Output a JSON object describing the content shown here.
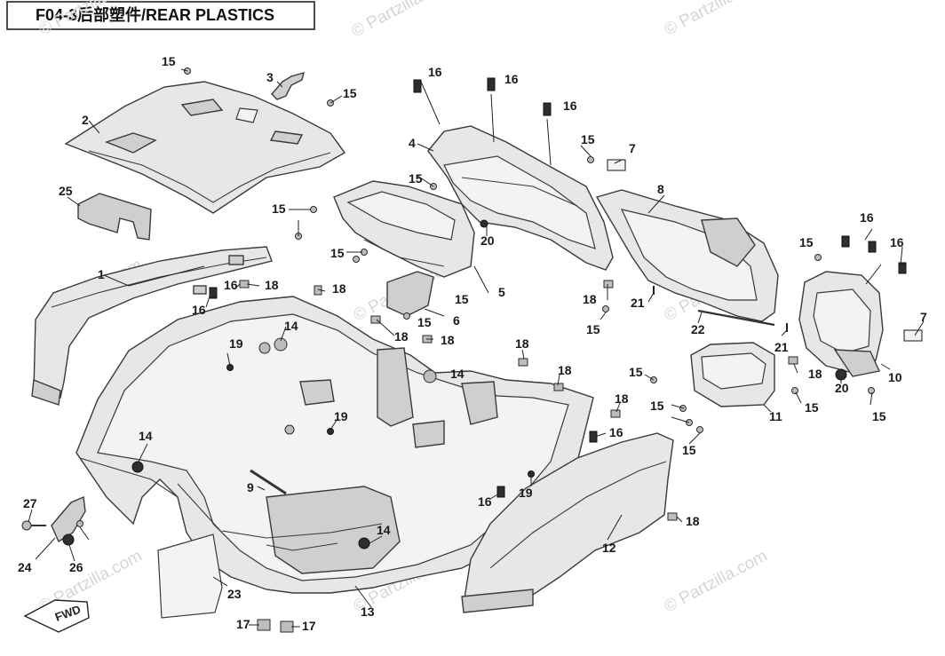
{
  "title": "F04-3后部塑件/REAR PLASTICS",
  "watermark": "© Partzilla.com",
  "fwd_label": "FWD",
  "callouts": {
    "c1": "1",
    "c2": "2",
    "c3": "3",
    "c4": "4",
    "c5": "5",
    "c6": "6",
    "c7a": "7",
    "c7b": "7",
    "c8": "8",
    "c9": "9",
    "c10": "10",
    "c11": "11",
    "c12": "12",
    "c13": "13",
    "c14a": "14",
    "c14b": "14",
    "c14c": "14",
    "c14d": "14",
    "c15a": "15",
    "c15b": "15",
    "c15c": "15",
    "c15d": "15",
    "c15e": "15",
    "c15f": "15",
    "c15g": "15",
    "c15h": "15",
    "c15i": "15",
    "c15j": "15",
    "c15k": "15",
    "c15l": "15",
    "c15m": "15",
    "c15n": "15",
    "c15o": "15",
    "c16a": "16",
    "c16b": "16",
    "c16c": "16",
    "c16d": "16",
    "c16e": "16",
    "c16f": "16",
    "c16g": "16",
    "c16h": "16",
    "c16i": "16",
    "c17a": "17",
    "c17b": "17",
    "c18a": "18",
    "c18b": "18",
    "c18c": "18",
    "c18d": "18",
    "c18e": "18",
    "c18f": "18",
    "c18g": "18",
    "c18h": "18",
    "c18i": "18",
    "c18j": "18",
    "c19a": "19",
    "c19b": "19",
    "c19c": "19",
    "c20a": "20",
    "c20b": "20",
    "c21a": "21",
    "c21b": "21",
    "c22": "22",
    "c23": "23",
    "c24": "24",
    "c25": "25",
    "c26": "26",
    "c27": "27"
  }
}
